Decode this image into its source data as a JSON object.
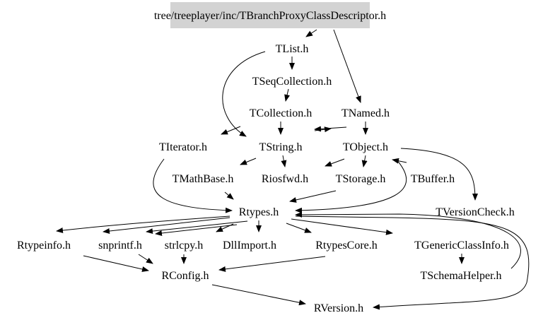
{
  "graph": {
    "root": "tree/treeplayer/inc/TBranchProxyClassDescriptor.h",
    "root_fill": "#d3d3d3",
    "nodes": {
      "tlist": "TList.h",
      "tseqcollection": "TSeqCollection.h",
      "tcollection": "TCollection.h",
      "tnamed": "TNamed.h",
      "titerator": "TIterator.h",
      "tstring": "TString.h",
      "tobject": "TObject.h",
      "tmathbase": "TMathBase.h",
      "riosfwd": "Riosfwd.h",
      "tstorage": "TStorage.h",
      "tbuffer": "TBuffer.h",
      "rtypes": "Rtypes.h",
      "tversioncheck": "TVersionCheck.h",
      "rtypeinfo": "Rtypeinfo.h",
      "snprintf": "snprintf.h",
      "strlcpy": "strlcpy.h",
      "dllimport": "DllImport.h",
      "rtypescore": "RtypesCore.h",
      "tgenericclassinfo": "TGenericClassInfo.h",
      "rconfig": "RConfig.h",
      "tschemahelper": "TSchemaHelper.h",
      "rversion": "RVersion.h"
    }
  }
}
